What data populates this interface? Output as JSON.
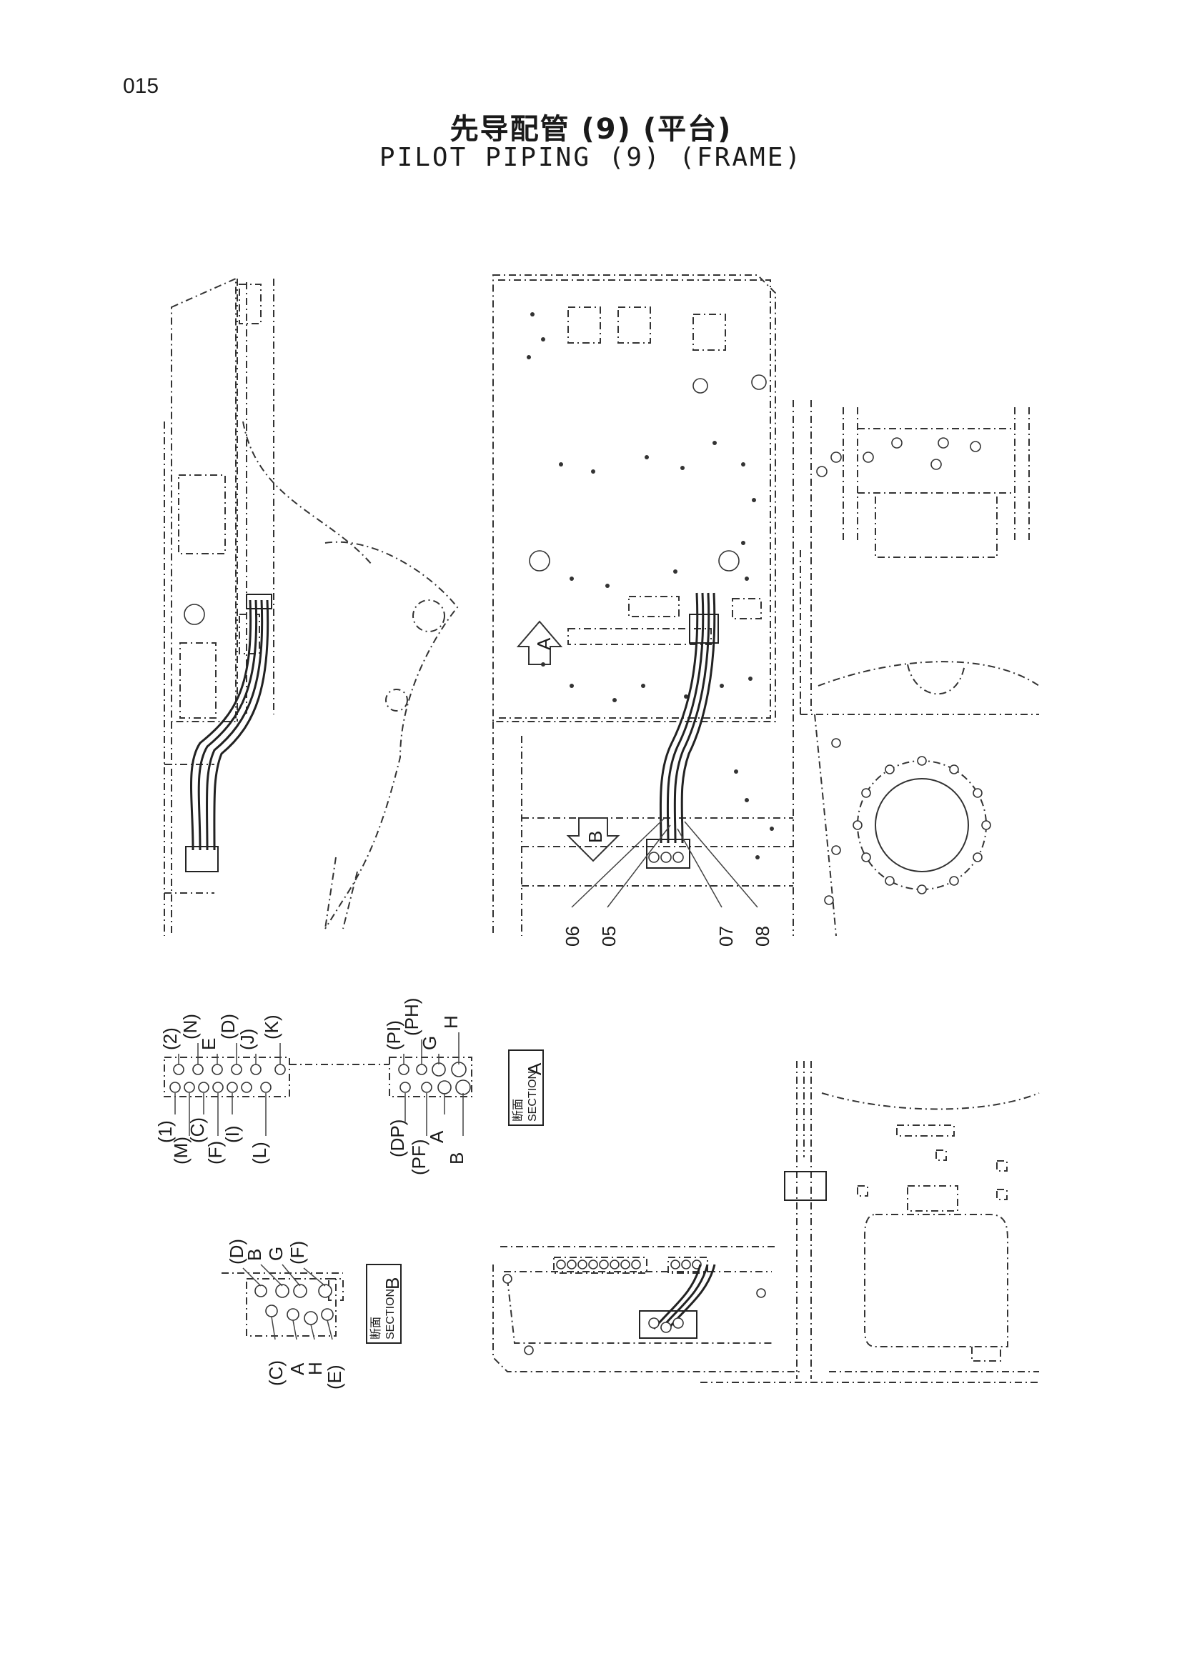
{
  "page_number": "015",
  "title_cn": "先导配管 (9) (平台)",
  "title_en": "PILOT PIPING (9) (FRAME)",
  "callouts": [
    "06",
    "05",
    "07",
    "08"
  ],
  "view_arrows": {
    "a": "A",
    "b": "B"
  },
  "section_a": {
    "cn": "断面",
    "en": "SECTION",
    "letter": "A",
    "top_left_ports": [
      "(2)",
      "(N)",
      "E",
      "(D)",
      "(J)",
      "(K)"
    ],
    "bottom_left_ports": [
      "(1)",
      "(M)",
      "(C)",
      "(F)",
      "(I)",
      "(L)"
    ],
    "top_right_ports": [
      "(PI)",
      "(PH)",
      "G",
      "H"
    ],
    "bottom_right_ports": [
      "(DP)",
      "(PF)",
      "A",
      "B"
    ]
  },
  "section_b": {
    "cn": "断面",
    "en": "SECTION",
    "letter": "B",
    "top_ports": [
      "(D)",
      "B",
      "G",
      "(F)"
    ],
    "bottom_ports": [
      "(C)",
      "A",
      "H",
      "(E)"
    ]
  }
}
